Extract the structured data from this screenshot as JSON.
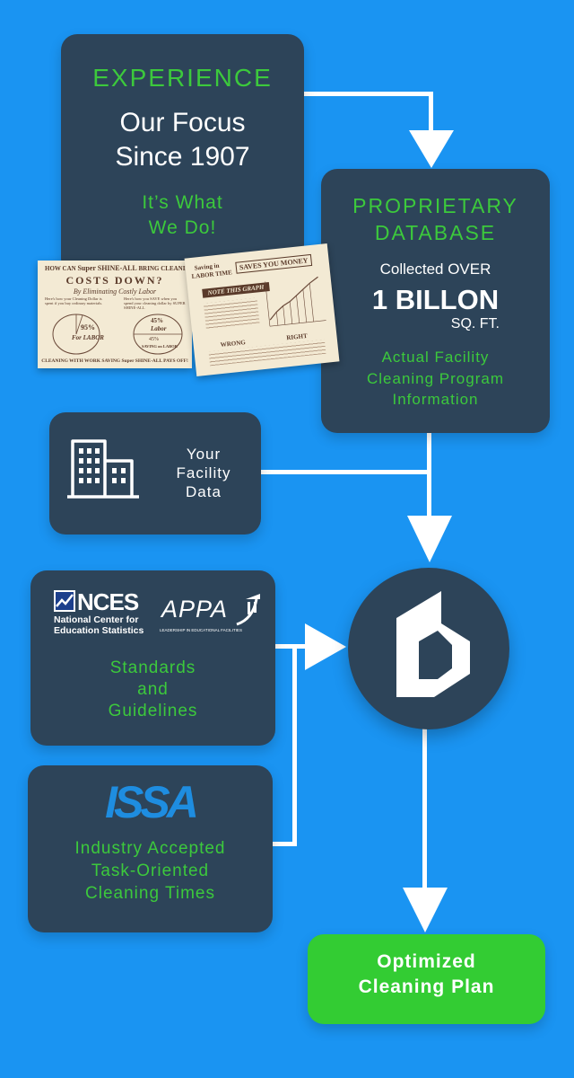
{
  "experience": {
    "heading": "EXPERIENCE",
    "line1": "Our Focus",
    "line2": "Since 1907",
    "tag1": "It’s What",
    "tag2": "We Do!"
  },
  "clipping_left": {
    "headline_a": "HOW CAN",
    "headline_brand": "Super SHINE-ALL",
    "headline_b": "BRING CLEANING",
    "big": "COSTS DOWN?",
    "sub": "By Eliminating Costly Labor",
    "left_text": "Here's how your Cleaning Dollar is spent if you buy ordinary materials.",
    "right_text": "Here's how you SAVE when you spend your cleaning dollar by SUPER SHINE-ALL",
    "pie1_value": "95%",
    "pie1_label": "For LABOR",
    "pie2_value_a": "45%",
    "pie2_label_a": "Labor",
    "pie2_value_b": "45%",
    "pie2_label_b": "SAVING on LABOR",
    "footer": "CLEANING WITH WORK SAVING Super SHINE-ALL PAYS OFF!"
  },
  "clipping_right": {
    "title_a": "Saving in",
    "title_b": "LABOR TIME",
    "title_c": "SAVES YOU MONEY",
    "banner": "NOTE THIS GRAPH",
    "wrong_label": "WRONG",
    "right_label": "RIGHT"
  },
  "database": {
    "heading1": "PROPRIETARY",
    "heading2": "DATABASE",
    "collected": "Collected OVER",
    "big_number": "1 BILLON",
    "unit": "SQ. FT.",
    "desc1": "Actual Facility",
    "desc2": "Cleaning Program",
    "desc3": "Information"
  },
  "facility": {
    "line1": "Your",
    "line2": "Facility",
    "line3": "Data"
  },
  "standards": {
    "nces_logo": "NCES",
    "nces_sub1": "National Center for",
    "nces_sub2": "Education Statistics",
    "appa_logo": "APPA",
    "appa_sub": "LEADERSHIP IN EDUCATIONAL FACILITIES",
    "text1": "Standards",
    "text2": "and",
    "text3": "Guidelines"
  },
  "industry": {
    "issa_logo": "ISSA",
    "text1": "Industry Accepted",
    "text2": "Task-Oriented",
    "text3": "Cleaning Times"
  },
  "output": {
    "line1": "Optimized",
    "line2": "Cleaning Plan"
  },
  "icons": [
    "building-icon",
    "brand-logo-icon",
    "nces-logo",
    "appa-logo",
    "issa-logo"
  ],
  "colors": {
    "background": "#1a94f2",
    "box": "#2d4459",
    "accent_green": "#3cc93c",
    "output_green": "#33cc33"
  }
}
